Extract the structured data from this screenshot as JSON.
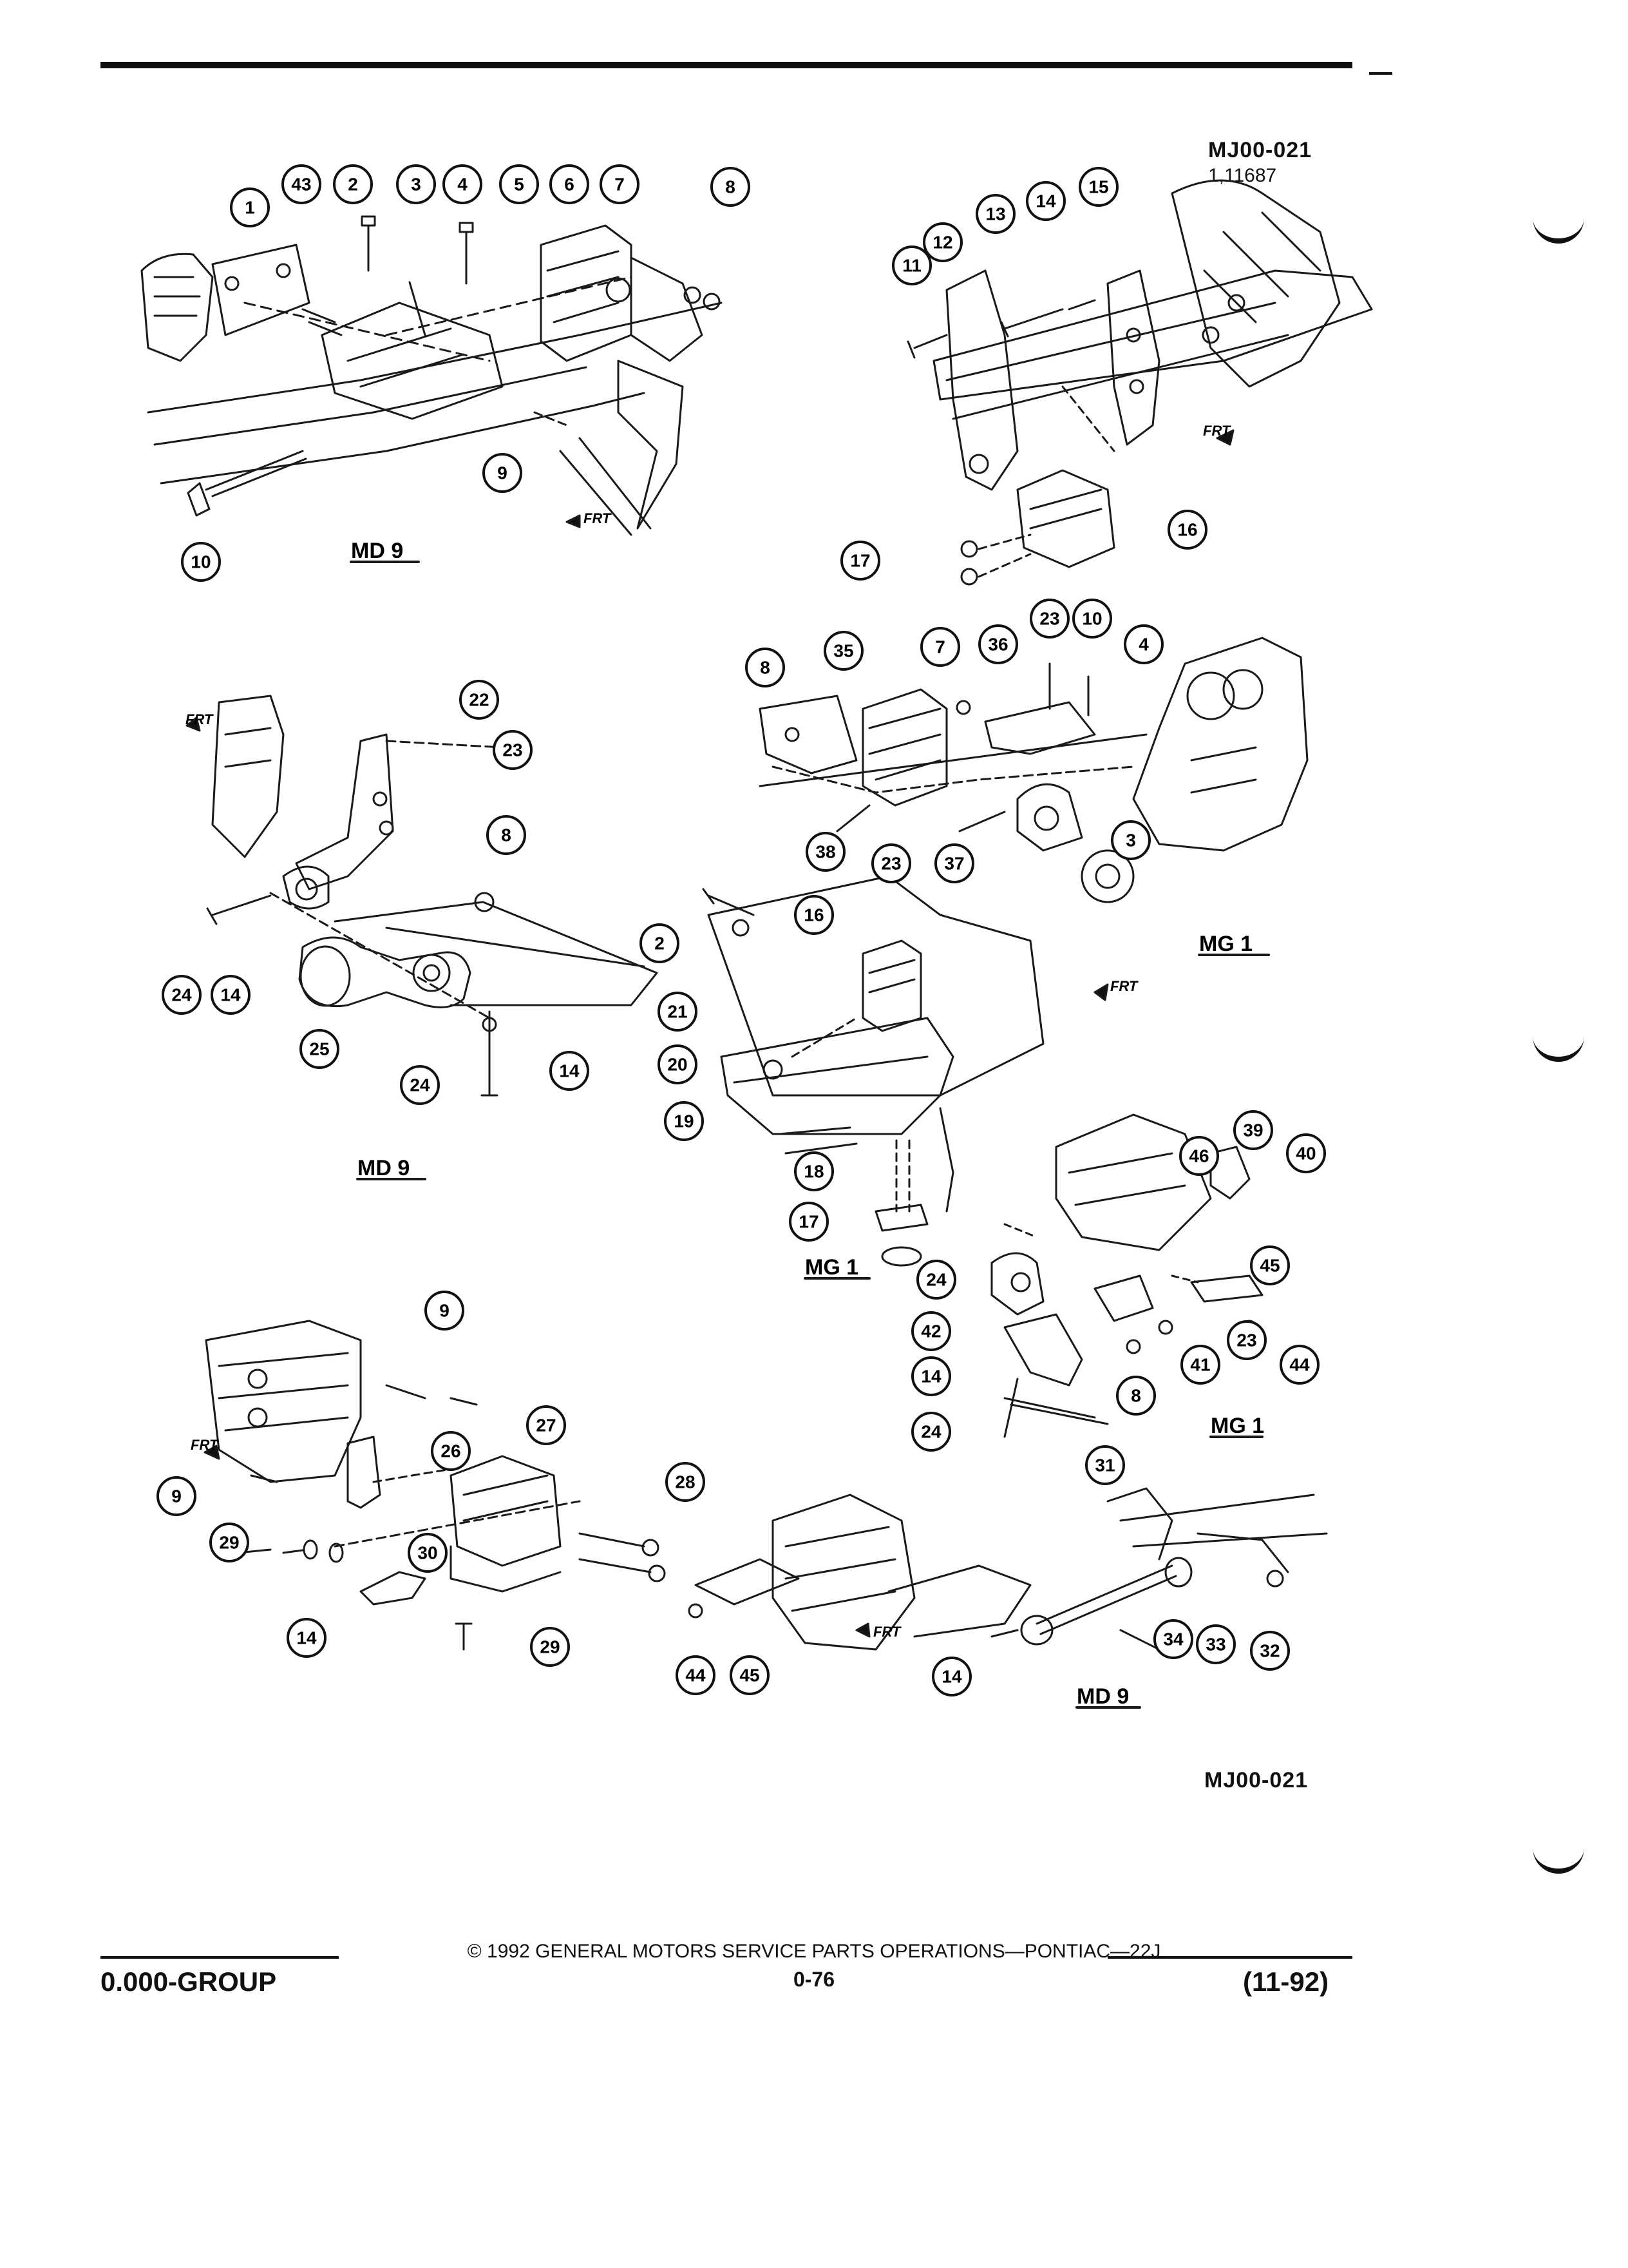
{
  "header": {
    "figure_code_top": "MJ00-021",
    "figure_date": "1,11687"
  },
  "figure_code_bottom": "MJ00-021",
  "view_labels": {
    "v1": "MD 9",
    "v2": "MD 9",
    "v3": "MG 1",
    "v4": "MG 1",
    "v5": "MG 1",
    "v6": "MD 9"
  },
  "frt_label": "FRT",
  "callouts": {
    "v1": [
      "1",
      "43",
      "2",
      "3",
      "4",
      "5",
      "6",
      "7",
      "8",
      "9",
      "10"
    ],
    "v2": [
      "11",
      "12",
      "13",
      "14",
      "15",
      "16",
      "17"
    ],
    "v3": [
      "8",
      "35",
      "7",
      "36",
      "23",
      "10",
      "4",
      "38",
      "23",
      "37",
      "3"
    ],
    "v4": [
      "22",
      "23",
      "8",
      "24",
      "14",
      "25",
      "24",
      "14"
    ],
    "v5": [
      "2",
      "16",
      "21",
      "20",
      "19",
      "18",
      "17"
    ],
    "v6": [
      "39",
      "40",
      "46",
      "24",
      "45",
      "42",
      "23",
      "44",
      "41",
      "14",
      "8",
      "24"
    ],
    "v7": [
      "9",
      "27",
      "26",
      "9",
      "29",
      "30",
      "28",
      "14",
      "29",
      "44",
      "45"
    ],
    "v8": [
      "31",
      "14",
      "34",
      "33",
      "32"
    ]
  },
  "footer": {
    "copyright": "© 1992 GENERAL MOTORS SERVICE PARTS OPERATIONS—PONTIAC—22J",
    "group": "0.000-GROUP",
    "page": "0-76",
    "date": "(11-92)"
  }
}
